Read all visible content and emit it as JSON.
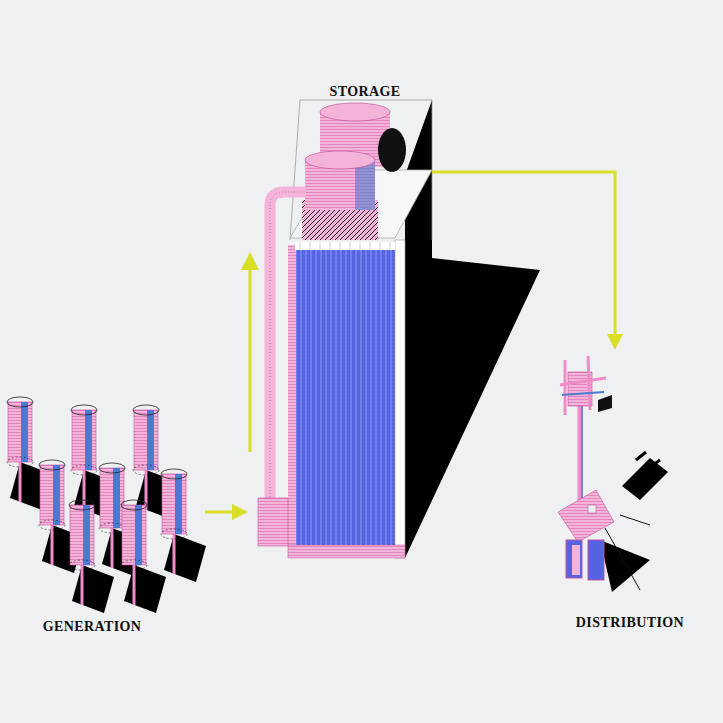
{
  "diagram": {
    "nodes": [
      {
        "text": [
          "GENERATION"
        ]
      },
      {
        "text": [
          "STORAGE"
        ]
      },
      {
        "text": [
          "DISTRIBUTION"
        ]
      }
    ],
    "edges": [
      {
        "from": 0,
        "to": 1,
        "arrow": "to"
      },
      {
        "from": 1,
        "to": 2,
        "arrow": "to"
      }
    ]
  }
}
